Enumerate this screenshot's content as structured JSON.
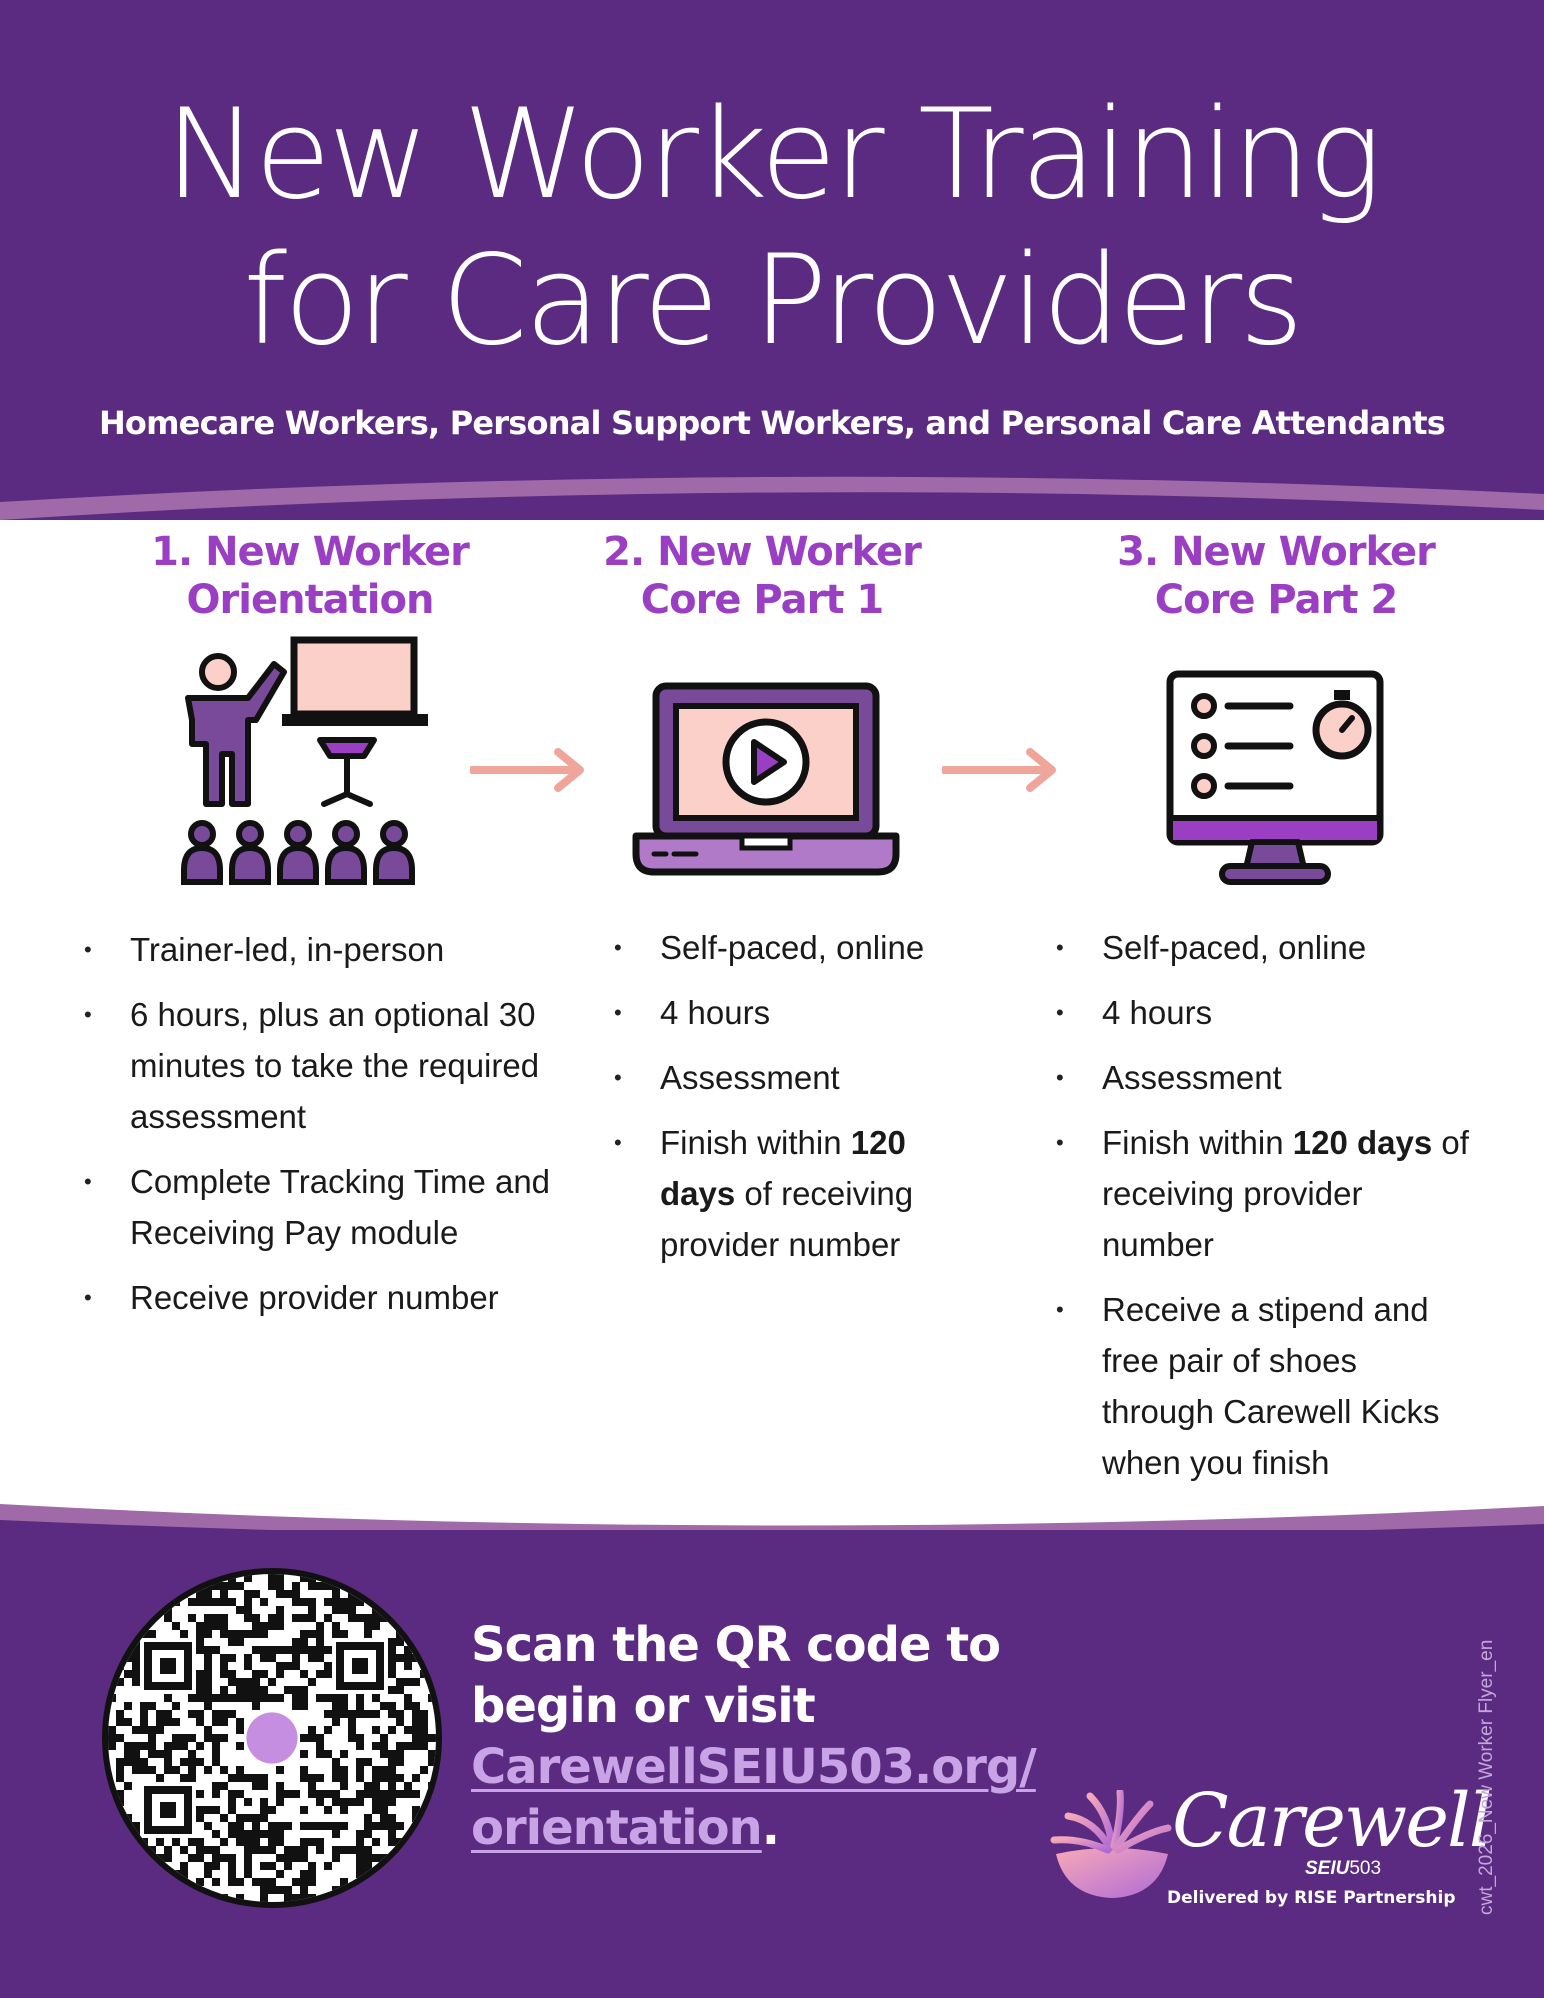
{
  "header": {
    "title_line1": "New Worker Training",
    "title_line2": "for Care Providers",
    "subtitle": "Homecare Workers, Personal Support Workers, and Personal Care Attendants"
  },
  "steps": [
    {
      "heading_line1": "1. New Worker",
      "heading_line2": "Orientation",
      "icon": "trainer-presentation-icon",
      "bullets": [
        "Trainer-led, in-person",
        "6 hours, plus an optional 30 minutes to take the required assessment",
        "Complete Tracking Time and Receiving Pay module",
        "Receive provider number"
      ]
    },
    {
      "heading_line1": "2. New Worker",
      "heading_line2": "Core Part 1",
      "icon": "laptop-video-icon",
      "bullets": [
        "Self-paced, online",
        "4 hours",
        "Assessment"
      ],
      "finish": {
        "pre": "Finish within ",
        "bold": "120 days",
        "post": " of receiving provider number"
      }
    },
    {
      "heading_line1": "3. New Worker",
      "heading_line2": "Core Part 2",
      "icon": "monitor-checklist-timer-icon",
      "bullets": [
        "Self-paced, online",
        "4 hours",
        "Assessment"
      ],
      "finish": {
        "pre": "Finish within ",
        "bold": "120 days",
        "post": " of receiving provider number"
      },
      "extra": "Receive a stipend and free pair of shoes through Carewell Kicks when you finish"
    }
  ],
  "footer": {
    "cta_line1": "Scan the QR code to",
    "cta_line2": "begin or visit",
    "cta_link_line1": "CarewellSEIU503.org/",
    "cta_link_line2": "orientation",
    "cta_period": ".",
    "brand_name": "Carewell",
    "brand_union": "SEIU",
    "brand_union_num": "503",
    "delivered_by": "Delivered by RISE Partnership",
    "doc_code": "cwt_2026_New Worker Flyer_en"
  },
  "colors": {
    "purple_dark": "#5b2b82",
    "purple_accent": "#9a3fc3",
    "pink_light": "#fbd0c8",
    "arrow_pink": "#f0a59b",
    "link_lavender": "#c8a4e6"
  }
}
